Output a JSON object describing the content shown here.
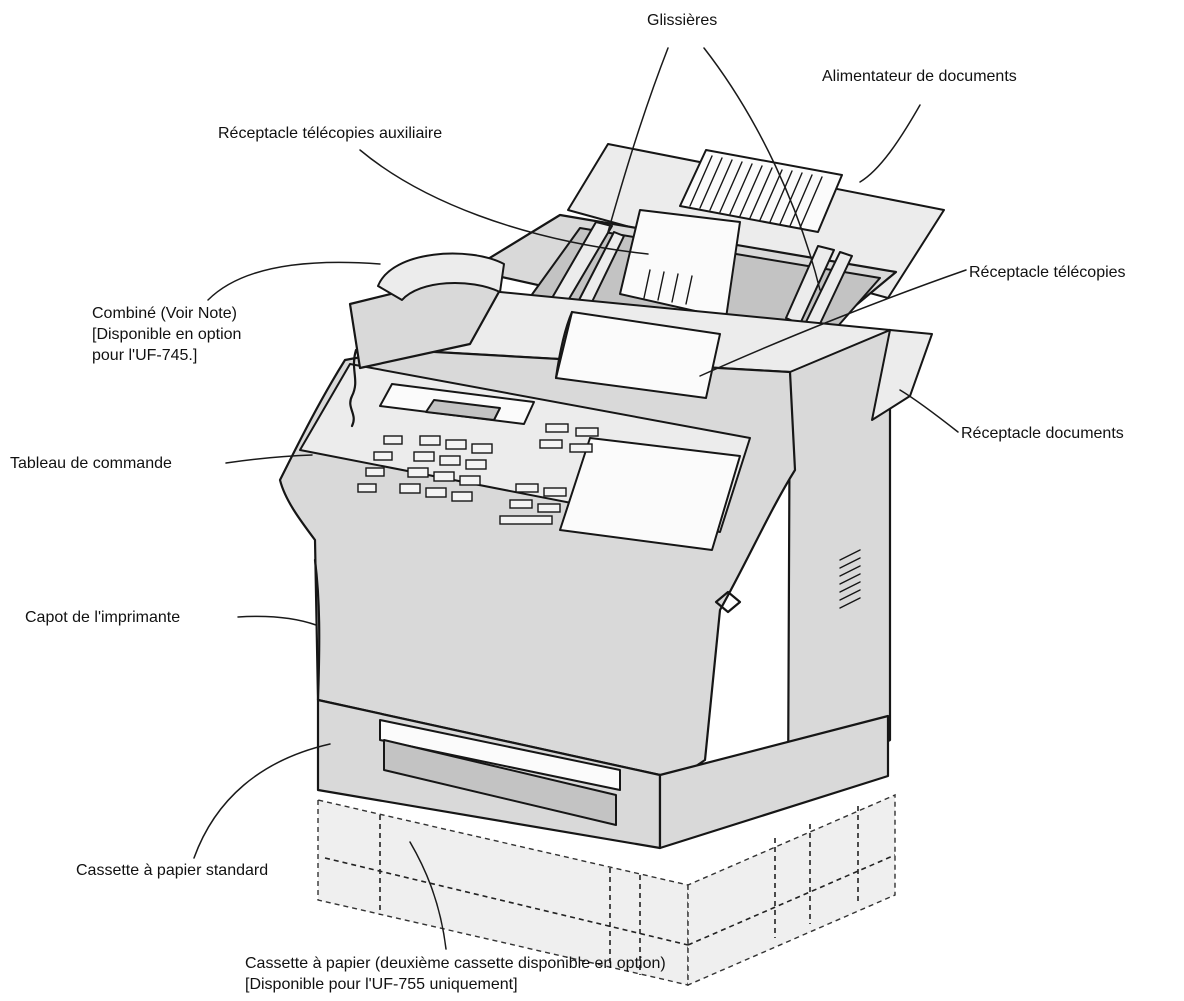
{
  "labels": {
    "slides": "Glissières",
    "document_feeder": "Alimentateur de documents",
    "aux_fax_tray": "Réceptacle télécopies auxiliaire",
    "fax_tray": "Réceptacle télécopies",
    "handset": [
      "Combiné (Voir Note)",
      "[Disponible en option",
      " pour l'UF-745.]"
    ],
    "document_tray": "Réceptacle documents",
    "control_panel": "Tableau de commande",
    "printer_cover": "Capot de l'imprimante",
    "std_cassette": "Cassette à papier standard",
    "opt_cassette": [
      "Cassette à papier (deuxième cassette disponible en option)",
      "[Disponible pour l'UF-755 uniquement]"
    ]
  }
}
